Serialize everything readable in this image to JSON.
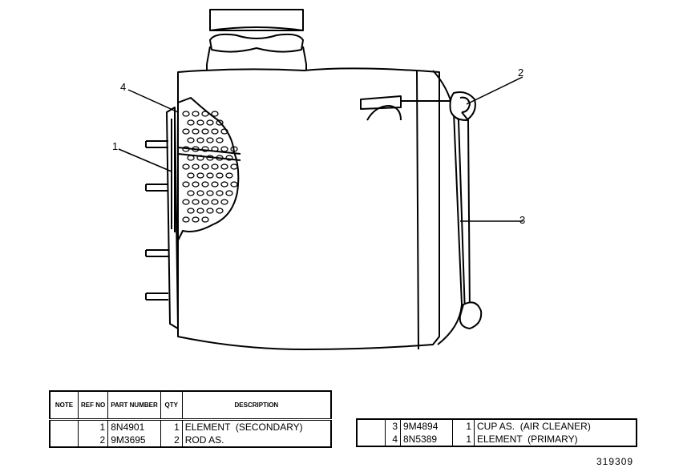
{
  "callouts": [
    {
      "id": "4",
      "label": "4"
    },
    {
      "id": "1",
      "label": "1"
    },
    {
      "id": "2",
      "label": "2"
    },
    {
      "id": "3",
      "label": "3"
    }
  ],
  "table_left": {
    "headers": {
      "note": "NOTE",
      "ref_no": "REF NO",
      "part_number": "PART NUMBER",
      "qty": "QTY",
      "description": "DESCRIPTION"
    },
    "rows": [
      {
        "note": "",
        "ref": "1",
        "part": "8N4901",
        "qty": "1",
        "desc": "ELEMENT  (SECONDARY)"
      },
      {
        "note": "",
        "ref": "2",
        "part": "9M3695",
        "qty": "2",
        "desc": "ROD AS."
      }
    ]
  },
  "table_right": {
    "rows": [
      {
        "note": "",
        "ref": "3",
        "part": "9M4894",
        "qty": "1",
        "desc": "CUP AS.  (AIR CLEANER)"
      },
      {
        "note": "",
        "ref": "4",
        "part": "8N5389",
        "qty": "1",
        "desc": "ELEMENT  (PRIMARY)"
      }
    ]
  },
  "figure_number": "319309"
}
